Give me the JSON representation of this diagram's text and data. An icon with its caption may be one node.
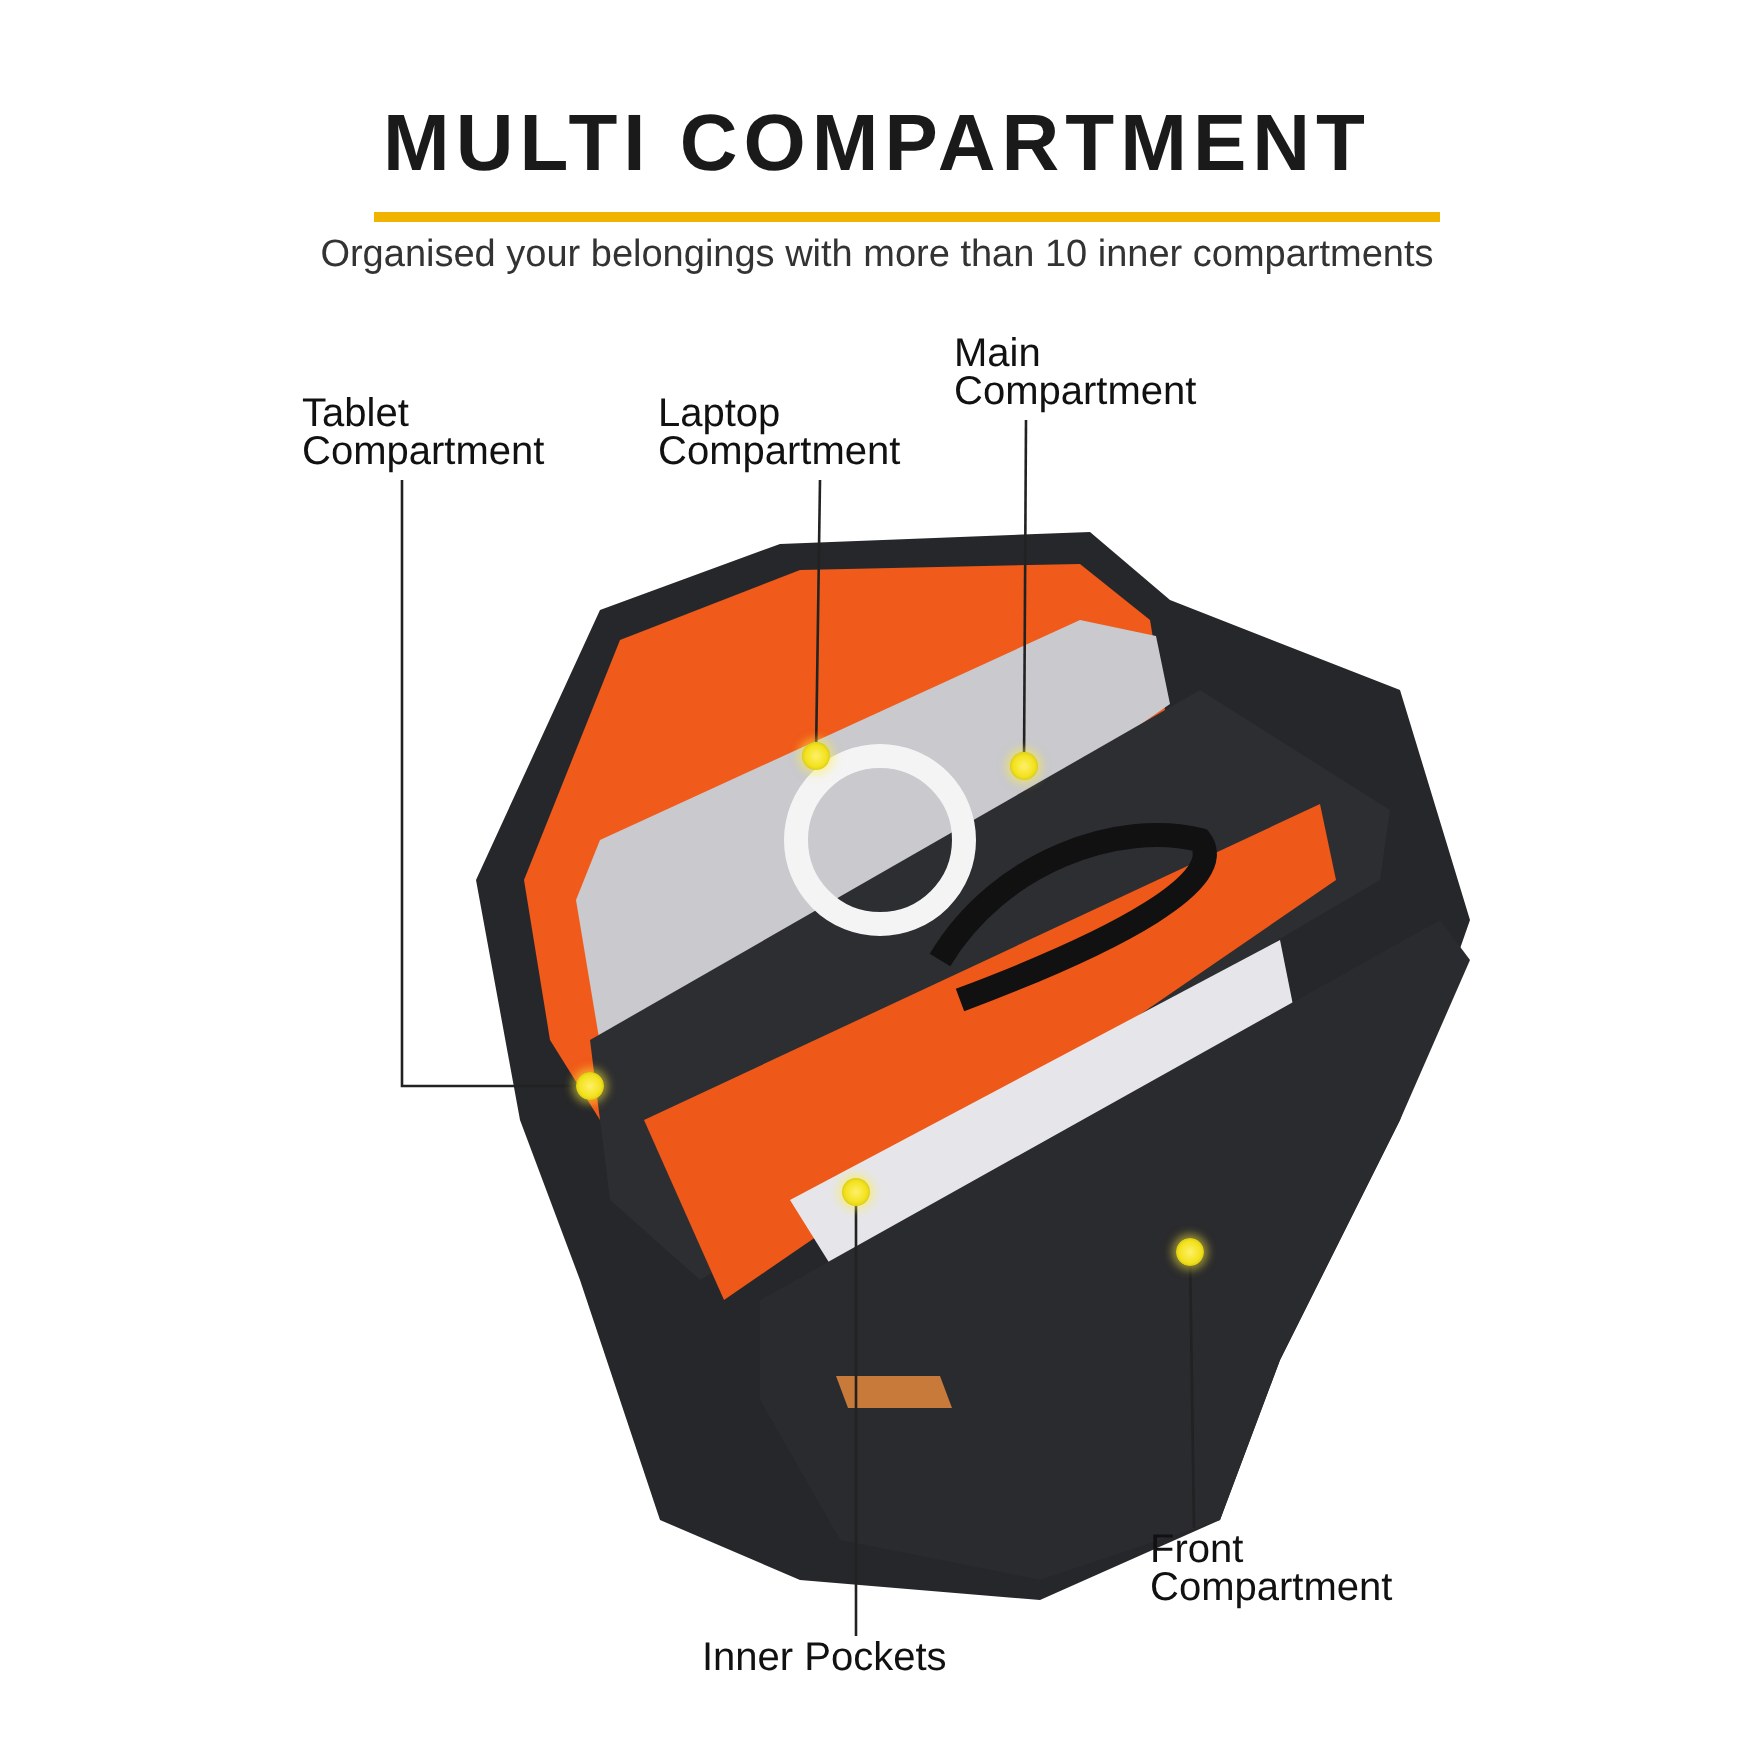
{
  "diagram": {
    "title": "MULTI COMPARTMENT",
    "nodes": [
      {
        "text": [
          "Main Compartment"
        ]
      },
      {
        "text": [
          "Tablet Compartment"
        ]
      },
      {
        "text": [
          "Laptop Compartment"
        ]
      },
      {
        "text": [],
        "shape": "circle"
      },
      {
        "text": [],
        "shape": "circle"
      },
      {
        "text": [],
        "shape": "circle"
      },
      {
        "text": [],
        "shape": "circle"
      },
      {
        "text": [],
        "shape": "circle"
      },
      {
        "text": [
          "Front Compartment"
        ]
      },
      {
        "text": [
          "Inner Pockets"
        ]
      }
    ],
    "edges": [
      {
        "from": 0,
        "to": 4,
        "arrow": "none"
      },
      {
        "from": 1,
        "to": 5,
        "arrow": "none"
      },
      {
        "from": 2,
        "to": 3,
        "arrow": "none"
      },
      {
        "from": 8,
        "to": 7,
        "arrow": "none"
      },
      {
        "from": 9,
        "to": 6,
        "arrow": "none"
      }
    ],
    "labels": [
      "Organised your belongings with more than 10 inner compartments"
    ]
  }
}
